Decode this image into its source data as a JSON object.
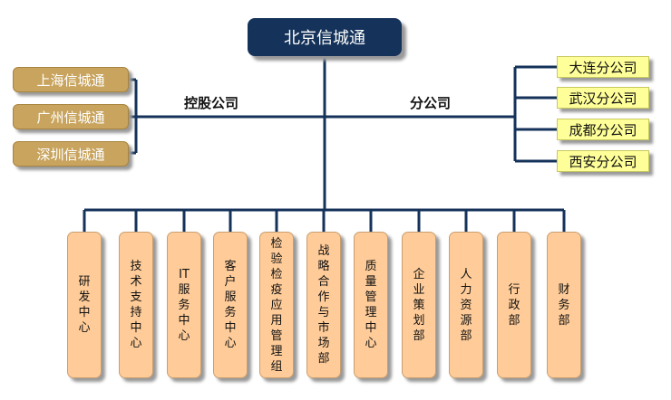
{
  "root": {
    "label": "北京信城通"
  },
  "holding": {
    "title": "控股公司",
    "items": [
      "上海信城通",
      "广州信城通",
      "深圳信城通"
    ]
  },
  "branches": {
    "title": "分公司",
    "items": [
      "大连分公司",
      "武汉分公司",
      "成都分公司",
      "西安分公司"
    ]
  },
  "departments": [
    "研发中心",
    "技术支持中心",
    "IT服务中心",
    "客户服务中心",
    "检验检疫应用管理组",
    "战略合作与市场部",
    "质量管理中心",
    "企业策划部",
    "人力资源部",
    "行政部",
    "财务部"
  ],
  "colors": {
    "root": "#14325a",
    "holding": "#c8a45e",
    "branch": "#ffff99",
    "department": "#ffcc99",
    "connector": "#14325a"
  }
}
